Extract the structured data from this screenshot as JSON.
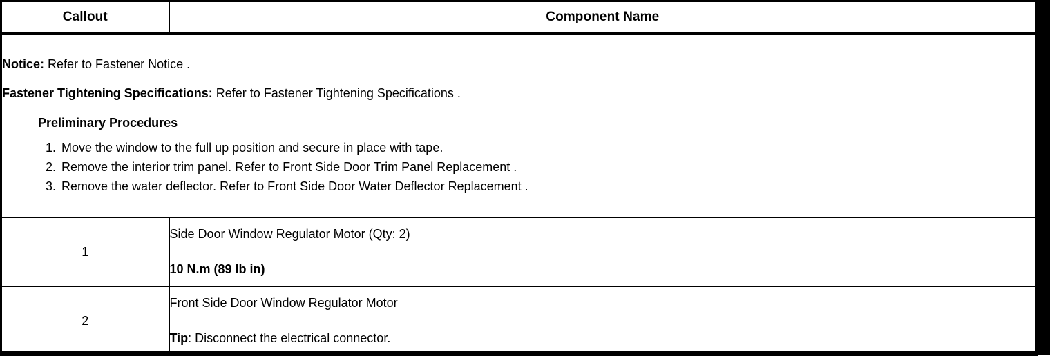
{
  "table": {
    "headers": {
      "callout": "Callout",
      "component_name": "Component Name"
    },
    "notice_block": {
      "notice_label": "Notice:",
      "notice_text": " Refer to Fastener Notice .",
      "fastener_spec_label": "Fastener Tightening Specifications:",
      "fastener_spec_text": " Refer to Fastener Tightening Specifications .",
      "preliminary_heading": "Preliminary Procedures",
      "steps": [
        "Move the window to the full up position and secure in place with tape.",
        "Remove the interior trim panel. Refer to Front Side Door Trim Panel Replacement .",
        "Remove the water deflector. Refer to Front Side Door Water Deflector Replacement ."
      ]
    },
    "rows": [
      {
        "callout": "1",
        "primary": "Side Door Window Regulator Motor (Qty: 2)",
        "secondary_bold": true,
        "secondary_prefix": "",
        "secondary": "10 N.m (89 lb in)"
      },
      {
        "callout": "2",
        "primary": "Front Side Door Window Regulator Motor",
        "secondary_bold": false,
        "secondary_prefix": "Tip",
        "secondary": ": Disconnect the electrical connector."
      }
    ]
  },
  "colors": {
    "border": "#000000",
    "background": "#ffffff",
    "text": "#000000"
  }
}
